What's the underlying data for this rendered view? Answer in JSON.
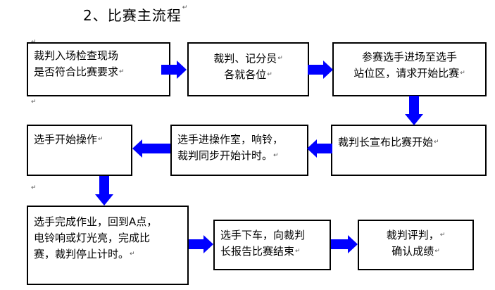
{
  "title": "2、比赛主流程",
  "para_mark": "↵",
  "line_mark": "↵",
  "colors": {
    "arrow": "#0000ff",
    "border": "#000000"
  },
  "steps": [
    {
      "lines": [
        "裁判入场检查现场",
        "是否符合比赛要求"
      ]
    },
    {
      "lines": [
        "裁判、记分员",
        "各就各位"
      ]
    },
    {
      "lines": [
        "参赛选手进场至选手",
        "站位区，请求开始比赛"
      ]
    },
    {
      "lines": [
        "裁判长宣布比赛开始"
      ]
    },
    {
      "lines": [
        "选手进操作室，响铃，",
        "裁判同步开始计时。"
      ]
    },
    {
      "lines": [
        "选手开始操作"
      ]
    },
    {
      "lines": [
        "选手完成作业，回到A点，",
        "电铃响或灯光亮，完成比",
        "赛，裁判停止计时。"
      ]
    },
    {
      "lines": [
        "选手下车，向裁判",
        "长报告比赛结束"
      ]
    },
    {
      "lines": [
        "裁判评判，",
        "确认成绩"
      ]
    }
  ]
}
